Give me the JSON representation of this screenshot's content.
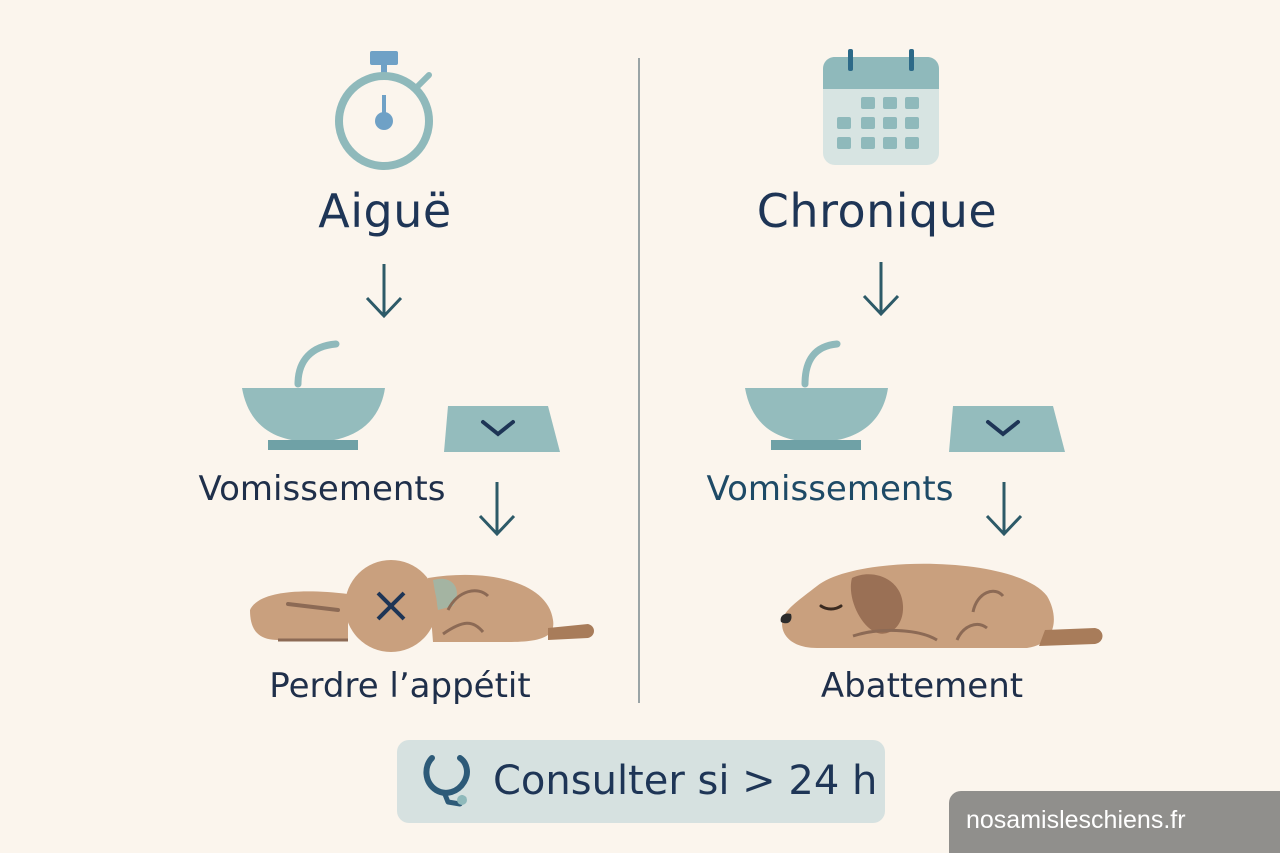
{
  "acute": {
    "title": "Aiguë",
    "symptom": "Vomissements",
    "outcome": "Perdre l’appétit",
    "icon": "stopwatch-icon"
  },
  "chronic": {
    "title": "Chronique",
    "symptom": "Vomissements",
    "outcome": "Abattement",
    "icon": "calendar-icon"
  },
  "cta": {
    "label": "Consulter si > 24 h",
    "icon": "stethoscope-icon"
  },
  "watermark": {
    "text": "nosamisleschiens.fr"
  },
  "colors": {
    "background": "#fbf5ed",
    "teal": "#8fb9bb",
    "teal_dark": "#6fa1a6",
    "navy": "#1e3556",
    "dog": "#c9a07e",
    "dog_dark": "#8c6a55"
  }
}
